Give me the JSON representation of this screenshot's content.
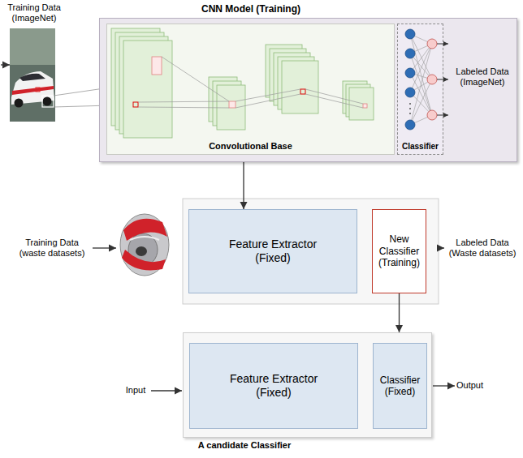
{
  "diagram": {
    "nodes": [
      {
        "text": [
          "CNN Model (Training)"
        ]
      },
      {
        "text": [
          "Convolutional Base"
        ],
        "in": 0
      },
      {
        "text": [
          "Classifier"
        ],
        "in": 0
      },
      {
        "text": [
          "Feature Extractor (Fixed)"
        ]
      },
      {
        "text": [
          "New Classifier (Training)"
        ]
      },
      {
        "text": [
          "A candidate Classifier"
        ]
      },
      {
        "text": [
          "Feature Extractor (Fixed)"
        ],
        "in": 5
      },
      {
        "text": [
          "Classifier (Fixed)"
        ],
        "in": 5
      }
    ],
    "edges": [
      {
        "from": 1,
        "to": 3,
        "arrow": "to"
      },
      {
        "from": 4,
        "to": 5,
        "arrow": "to"
      }
    ],
    "labels": [
      "Training Data (ImageNet)",
      "Labeled Data (ImageNet)",
      "Training Data (waste datasets)",
      "Labeled Data (Waste datasets)",
      "Input",
      "Output"
    ]
  }
}
